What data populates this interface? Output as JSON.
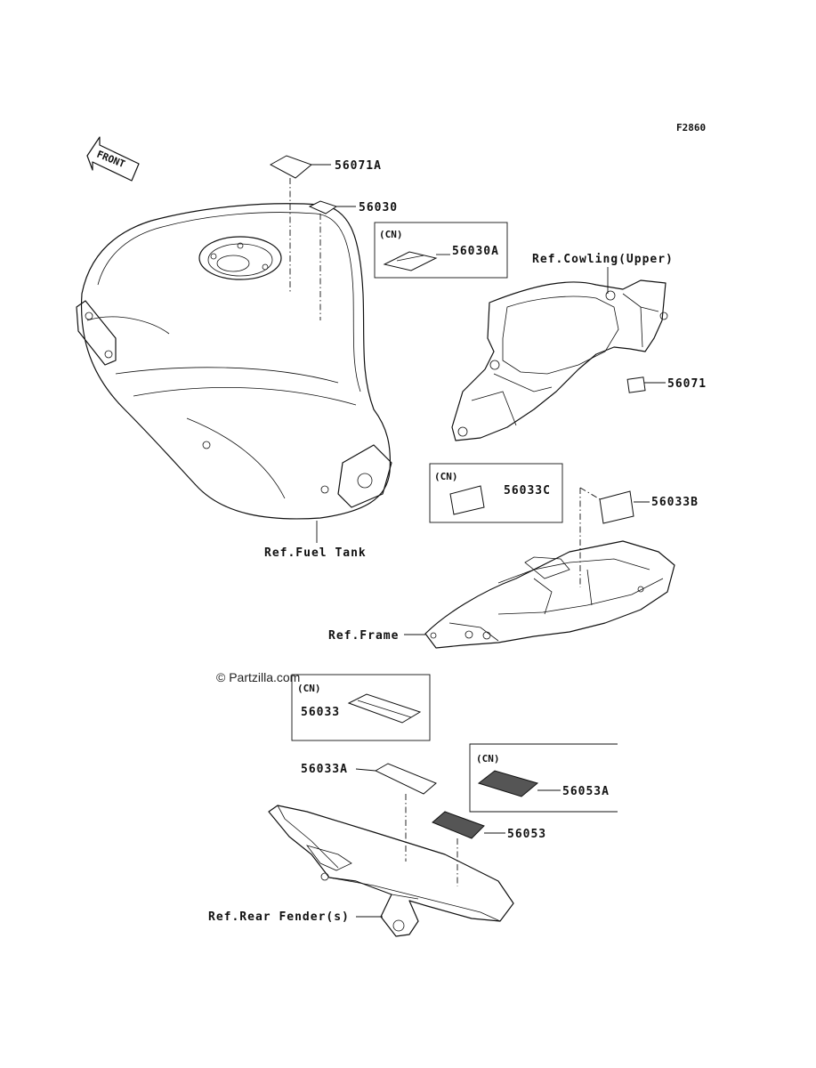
{
  "figure_id": "F2860",
  "front_arrow_label": "FRONT",
  "watermark": "© Partzilla.com",
  "parts": {
    "p56071A": "56071A",
    "p56030": "56030",
    "p56030A": "56030A",
    "p56071": "56071",
    "p56033C": "56033C",
    "p56033B": "56033B",
    "p56033": "56033",
    "p56033A": "56033A",
    "p56053A": "56053A",
    "p56053": "56053"
  },
  "cn_label": "(CN)",
  "refs": {
    "cowling": "Ref.Cowling(Upper)",
    "fuel_tank": "Ref.Fuel Tank",
    "frame": "Ref.Frame",
    "rear_fender": "Ref.Rear Fender(s)"
  }
}
